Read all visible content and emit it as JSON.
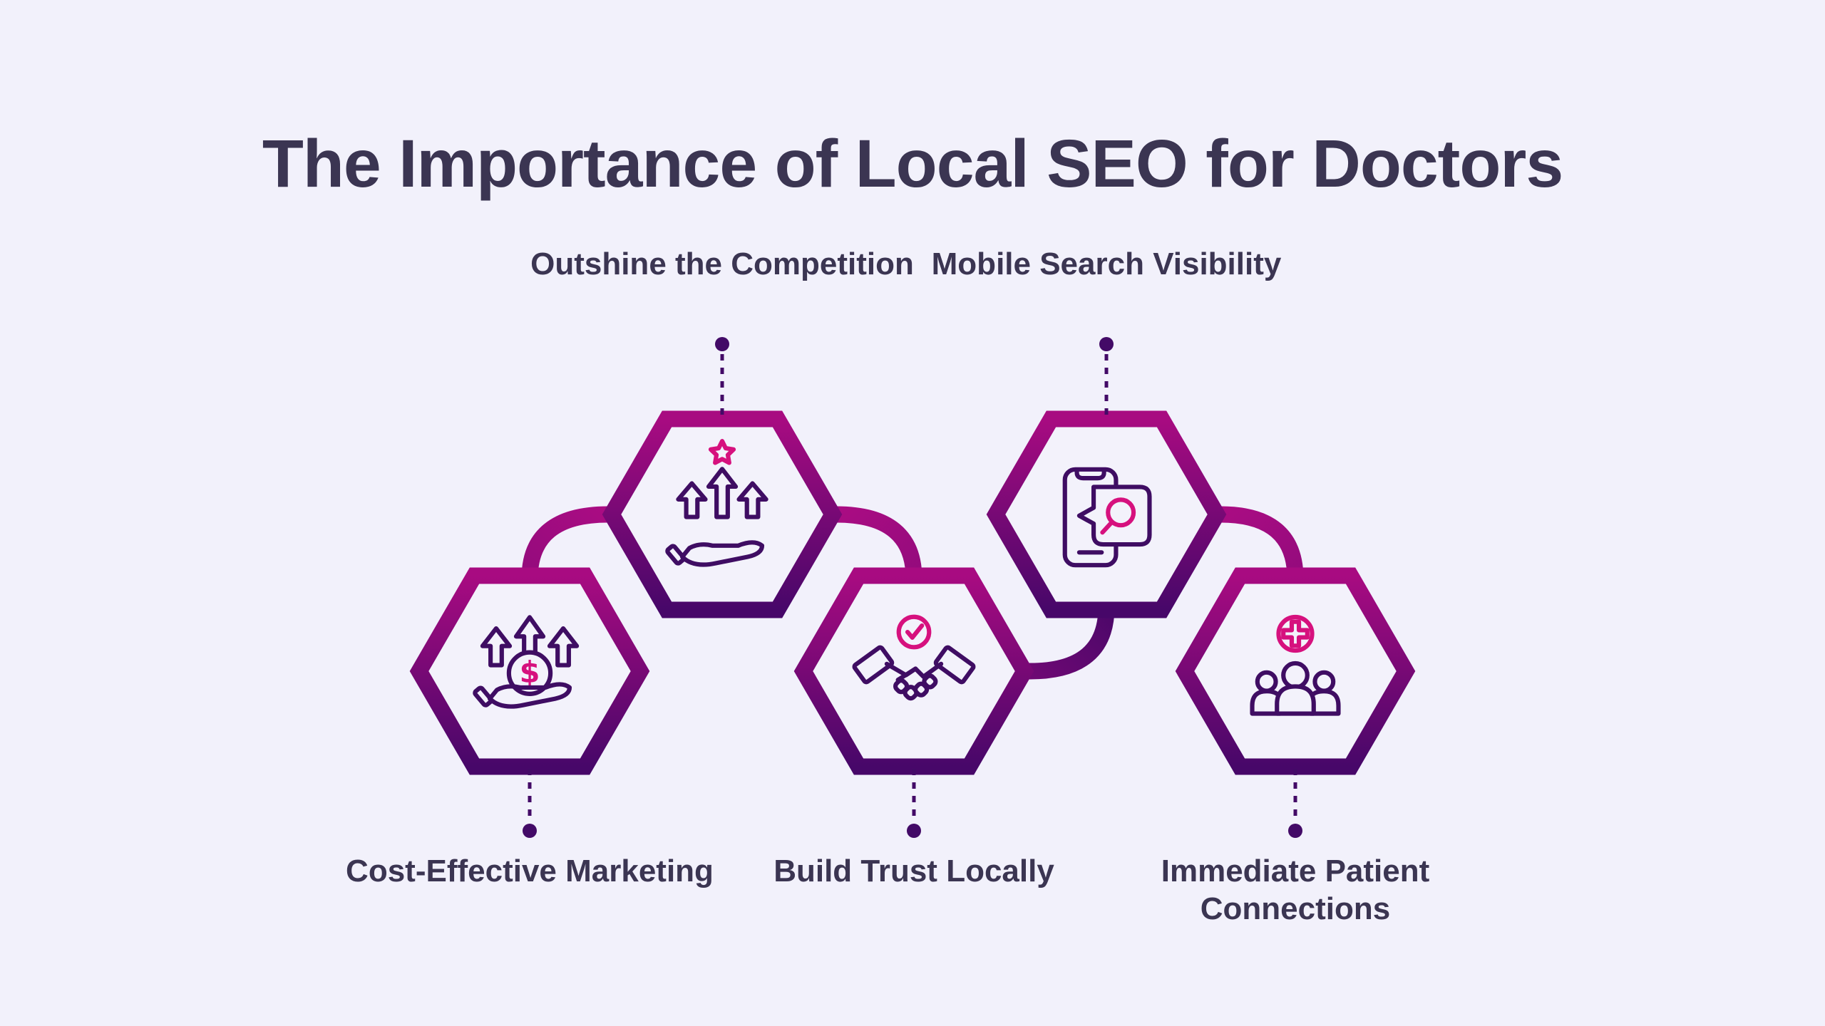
{
  "title": "The Importance of Local SEO for Doctors",
  "items": [
    {
      "label": "Cost-Effective Marketing",
      "icon": "money-growth-hand-icon",
      "label_position": "below"
    },
    {
      "label": "Outshine the Competition",
      "icon": "growth-arrows-star-icon",
      "label_position": "above"
    },
    {
      "label": "Build Trust Locally",
      "icon": "handshake-check-icon",
      "label_position": "below"
    },
    {
      "label": "Mobile Search Visibility",
      "icon": "phone-search-icon",
      "label_position": "above"
    },
    {
      "label": "Immediate Patient Connections",
      "icon": "patient-group-icon",
      "label_position": "below"
    }
  ],
  "glyphs": {
    "dollar": "$"
  },
  "colors": {
    "background": "#f2f1fb",
    "title_text": "#3b3552",
    "label_text": "#3b3552",
    "hex_gradient_top": "#a80b81",
    "hex_gradient_bottom": "#470769",
    "icon_stroke": "#3f0d63",
    "icon_accent_pink": "#d6117e",
    "connector_dot": "#430a67"
  }
}
